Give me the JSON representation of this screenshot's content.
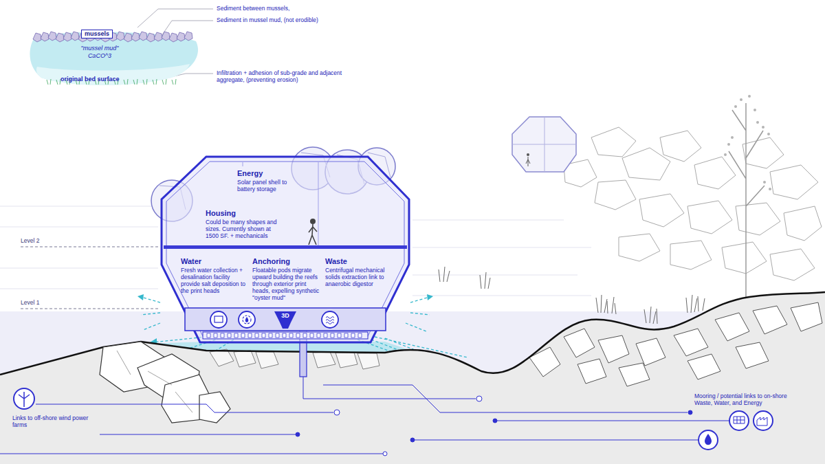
{
  "diagram": {
    "nodes": [
      {
        "text": [
          "\"mussel mud\" CaCO^3",
          "original bed surface"
        ]
      },
      {
        "text": [
          "mussels"
        ],
        "in": 0
      },
      {
        "text": [
          "Energy",
          "Solar panel shell to battery storage"
        ]
      },
      {
        "text": [
          "Housing",
          "Could be many shapes and sizes. Currently shown at 1500 SF. + mechanicals"
        ],
        "in": 2
      },
      {
        "text": [
          "Water",
          "Fresh water collection + desalination facility provide salt deposition to the print heads"
        ],
        "in": 2
      },
      {
        "text": [
          "Anchoring",
          "Floatable pods migrate upward building the reefs through exterior print heads, expelling synthetic \"oyster mud\""
        ],
        "in": 2
      },
      {
        "text": [
          "Waste",
          "Centrifugal mechanical solids extraction link to anaerobic digestor"
        ],
        "in": 2
      }
    ],
    "labels": [
      "Sediment between mussels,",
      "Sediment in mussel mud, (not erodible)",
      "Infiltration + adhesion of sub-grade and adjacent aggregate, (preventing erosion)",
      "Level 2",
      "Level 1",
      "3D",
      "Links to off-shore wind power farms",
      "Mooring / potential links to on-shore Waste, Water, and Energy"
    ]
  }
}
